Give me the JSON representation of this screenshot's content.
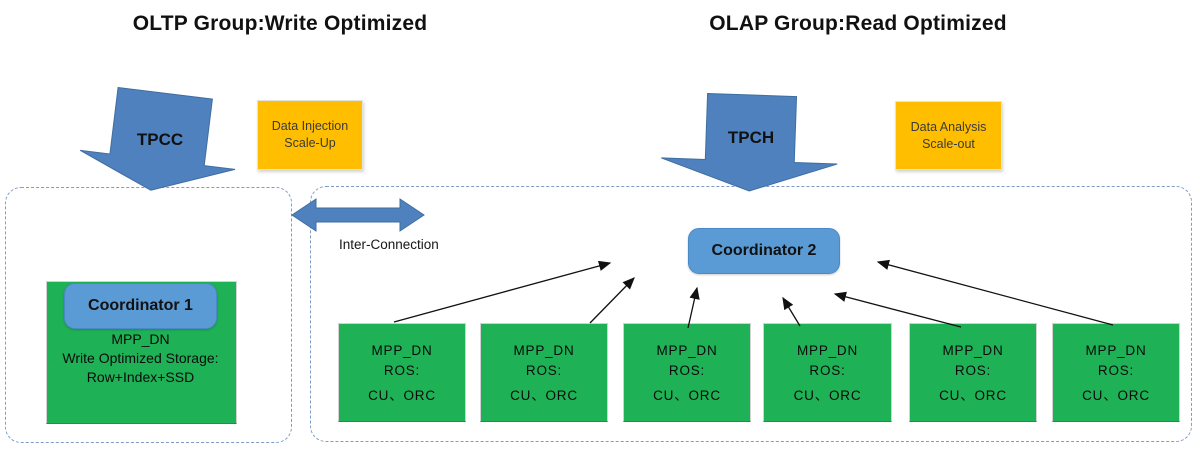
{
  "titles": {
    "oltp": "OLTP Group:Write Optimized",
    "olap": "OLAP Group:Read Optimized"
  },
  "load_arrows": {
    "tpcc": "TPCC",
    "tpch": "TPCH"
  },
  "badges": {
    "data_injection": {
      "line1": "Data Injection",
      "line2": "Scale-Up"
    },
    "data_analysis": {
      "line1": "Data Analysis",
      "line2": "Scale-out"
    }
  },
  "interconnect": {
    "label": "Inter-Connection"
  },
  "oltp_group": {
    "coordinator": "Coordinator 1",
    "node": {
      "line1": "MPP_DN",
      "line2": "Write Optimized Storage:",
      "line3": "Row+Index+SSD"
    }
  },
  "olap_group": {
    "coordinator": "Coordinator 2",
    "nodes": [
      {
        "line1": "MPP_DN",
        "line2": "ROS:",
        "line3": "CU、ORC"
      },
      {
        "line1": "MPP_DN",
        "line2": "ROS:",
        "line3": "CU、ORC"
      },
      {
        "line1": "MPP_DN",
        "line2": "ROS:",
        "line3": "CU、ORC"
      },
      {
        "line1": "MPP_DN",
        "line2": "ROS:",
        "line3": "CU、ORC"
      },
      {
        "line1": "MPP_DN",
        "line2": "ROS:",
        "line3": "CU、ORC"
      },
      {
        "line1": "MPP_DN",
        "line2": "ROS:",
        "line3": "CU、ORC"
      }
    ]
  },
  "colors": {
    "arrow_blue": "#4E81BD",
    "arrow_blue_border": "#3F6EA0",
    "coordinator_blue": "#5B9BD5",
    "coordinator_border": "#4A89C8",
    "node_green": "#1FB156",
    "badge_orange": "#FFBF00",
    "dashed_border": "#7E9CC6",
    "thin_arrow": "#111111"
  }
}
